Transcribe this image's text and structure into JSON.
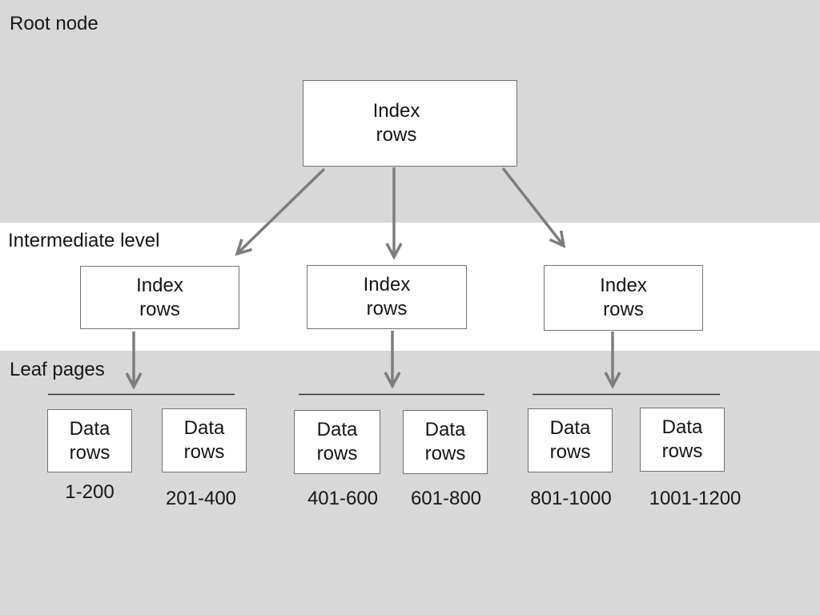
{
  "sections": {
    "root": {
      "label": "Root node"
    },
    "intermediate": {
      "label": "Intermediate level"
    },
    "leaf": {
      "label": "Leaf pages"
    }
  },
  "nodes": {
    "root": {
      "text": "Index\nrows"
    },
    "intermediate": [
      {
        "text": "Index\nrows"
      },
      {
        "text": "Index\nrows"
      },
      {
        "text": "Index\nrows"
      }
    ],
    "leaf": [
      {
        "text": "Data\nrows",
        "range": "1-200"
      },
      {
        "text": "Data\nrows",
        "range": "201-400"
      },
      {
        "text": "Data\nrows",
        "range": "401-600"
      },
      {
        "text": "Data\nrows",
        "range": "601-800"
      },
      {
        "text": "Data\nrows",
        "range": "801-1000"
      },
      {
        "text": "Data\nrows",
        "range": "1001-1200"
      }
    ]
  },
  "colors": {
    "band_gray": "#d8d8d8",
    "band_white": "#ffffff",
    "arrow_gray": "#7d7d7d",
    "box_border": "#737373",
    "leaf_line": "#2e2e2e",
    "text": "#161616"
  }
}
